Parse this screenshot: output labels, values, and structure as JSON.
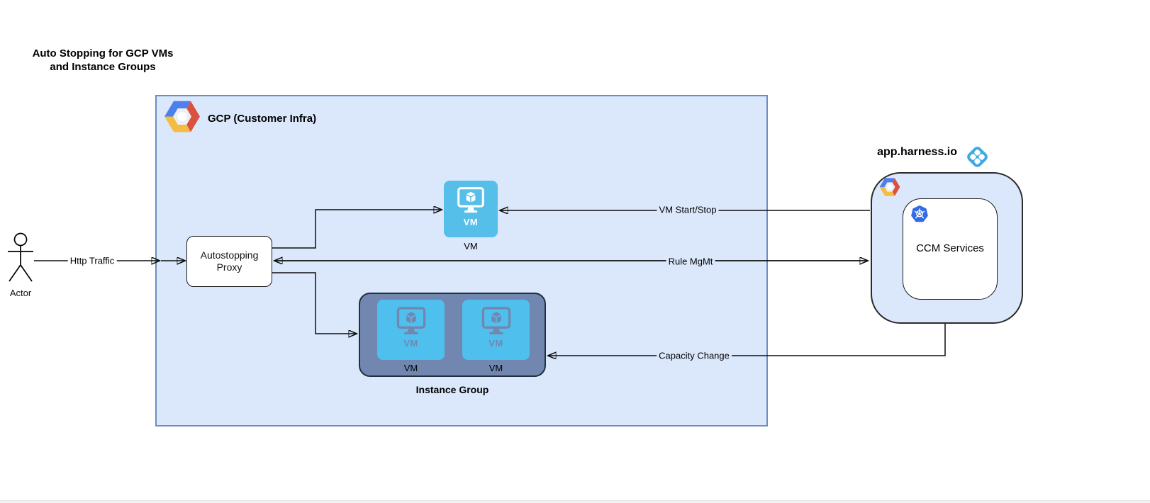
{
  "title": "Auto Stopping for GCP VMs and Instance Groups",
  "gcp": {
    "label": "GCP (Customer Infra)"
  },
  "actor": {
    "label": "Actor"
  },
  "proxy": {
    "label": "Autostopping Proxy"
  },
  "vm_node": {
    "tile_text": "VM",
    "caption": "VM"
  },
  "instance_group": {
    "label": "Instance Group",
    "vms": [
      {
        "tile_text": "VM",
        "caption": "VM"
      },
      {
        "tile_text": "VM",
        "caption": "VM"
      }
    ]
  },
  "harness": {
    "domain": "app.harness.io",
    "ccm_label": "CCM Services"
  },
  "edges": {
    "http_traffic": {
      "label": "Http Traffic"
    },
    "vm_start_stop": {
      "label": "VM Start/Stop"
    },
    "rule_mgmt": {
      "label": "Rule MgMt"
    },
    "capacity_change": {
      "label": "Capacity Change"
    }
  },
  "icons": {
    "gcp-logo-icon": "google-cloud-hexagon",
    "harness-logo-icon": "harness-blue-diamond",
    "kubernetes-icon": "kubernetes-helm-wheel",
    "vm-monitor-icon": "monitor-with-cube",
    "actor-icon": "uml-stick-figure"
  },
  "colors": {
    "gcp_box_fill": "#dbe8fb",
    "gcp_box_stroke": "#6c8ebf",
    "vm_tile_blue": "#55bfea",
    "instance_group_fill": "#7187b0",
    "instance_group_stroke": "#22303e",
    "harness_logo_blue": "#3fa9e1",
    "kubernetes_blue": "#326ce5",
    "gcp_logo_blue": "#4285f4",
    "gcp_logo_red": "#db4437",
    "gcp_logo_yellow": "#f4b400",
    "connector": "#0d0d0d"
  }
}
